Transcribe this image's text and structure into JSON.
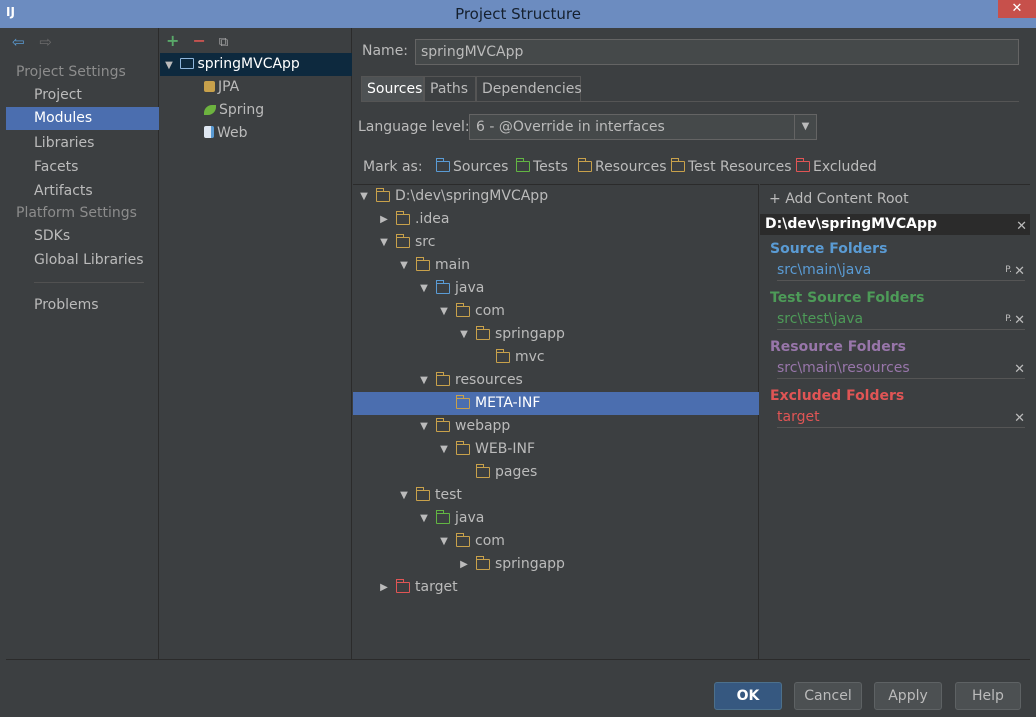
{
  "window": {
    "title": "Project Structure",
    "app_icon": "IJ",
    "close_glyph": "✕"
  },
  "nav": {
    "back_glyph": "⇦",
    "forward_glyph": "⇨",
    "project_settings_header": "Project Settings",
    "project_settings": [
      "Project",
      "Modules",
      "Libraries",
      "Facets",
      "Artifacts"
    ],
    "platform_settings_header": "Platform Settings",
    "platform_settings": [
      "SDKs",
      "Global Libraries"
    ],
    "problems": "Problems",
    "selected": "Modules"
  },
  "modules": {
    "toolbar": {
      "add": "+",
      "remove": "−",
      "copy": "⧉"
    },
    "root": "springMVCApp",
    "children": [
      "JPA",
      "Spring",
      "Web"
    ]
  },
  "main": {
    "name_label": "Name:",
    "name_value": "springMVCApp",
    "tabs": [
      "Sources",
      "Paths",
      "Dependencies"
    ],
    "active_tab": "Sources",
    "language_label": "Language level:",
    "language_value": "6 - @Override in interfaces",
    "mark_as_label": "Mark as:",
    "mark_as": [
      {
        "label": "Sources",
        "color": "#5a9bd4"
      },
      {
        "label": "Tests",
        "color": "#62b543"
      },
      {
        "label": "Resources",
        "color": "#c8a14b"
      },
      {
        "label": "Test Resources",
        "color": "#c8a14b"
      },
      {
        "label": "Excluded",
        "color": "#e05555"
      }
    ]
  },
  "tree": [
    {
      "label": "D:\\dev\\springMVCApp",
      "depth": 0,
      "expanded": "▼",
      "color": "#c8a14b"
    },
    {
      "label": ".idea",
      "depth": 1,
      "expanded": "▶",
      "color": "#c8a14b"
    },
    {
      "label": "src",
      "depth": 1,
      "expanded": "▼",
      "color": "#c8a14b"
    },
    {
      "label": "main",
      "depth": 2,
      "expanded": "▼",
      "color": "#c8a14b"
    },
    {
      "label": "java",
      "depth": 3,
      "expanded": "▼",
      "color": "#5a9bd4"
    },
    {
      "label": "com",
      "depth": 4,
      "expanded": "▼",
      "color": "#c8a14b"
    },
    {
      "label": "springapp",
      "depth": 5,
      "expanded": "▼",
      "color": "#c8a14b"
    },
    {
      "label": "mvc",
      "depth": 6,
      "expanded": "",
      "color": "#c8a14b"
    },
    {
      "label": "resources",
      "depth": 3,
      "expanded": "▼",
      "color": "#c8a14b"
    },
    {
      "label": "META-INF",
      "depth": 4,
      "expanded": "",
      "color": "#c8a14b",
      "selected": true
    },
    {
      "label": "webapp",
      "depth": 3,
      "expanded": "▼",
      "color": "#c8a14b"
    },
    {
      "label": "WEB-INF",
      "depth": 4,
      "expanded": "▼",
      "color": "#c8a14b"
    },
    {
      "label": "pages",
      "depth": 5,
      "expanded": "",
      "color": "#c8a14b"
    },
    {
      "label": "test",
      "depth": 2,
      "expanded": "▼",
      "color": "#c8a14b"
    },
    {
      "label": "java",
      "depth": 3,
      "expanded": "▼",
      "color": "#62b543"
    },
    {
      "label": "com",
      "depth": 4,
      "expanded": "▼",
      "color": "#c8a14b"
    },
    {
      "label": "springapp",
      "depth": 5,
      "expanded": "▶",
      "color": "#c8a14b"
    },
    {
      "label": "target",
      "depth": 1,
      "expanded": "▶",
      "color": "#e05555"
    }
  ],
  "content_root": {
    "add_plus": "+",
    "add_label": "Add Content Root",
    "path": "D:\\dev\\springMVCApp",
    "remove_glyph": "✕",
    "package_glyph": "P.",
    "sections": [
      {
        "header": "Source Folders",
        "color": "#5a9bd4",
        "item": "src\\main\\java",
        "item_color": "#5a9bd4"
      },
      {
        "header": "Test Source Folders",
        "color": "#4d9b58",
        "item": "src\\test\\java",
        "item_color": "#4d9b58"
      },
      {
        "header": "Resource Folders",
        "color": "#9876aa",
        "item": "src\\main\\resources",
        "item_color": "#9876aa"
      },
      {
        "header": "Excluded Folders",
        "color": "#e05555",
        "item": "target",
        "item_color": "#e05555"
      }
    ]
  },
  "buttons": {
    "ok": "OK",
    "cancel": "Cancel",
    "apply": "Apply",
    "help": "Help"
  }
}
